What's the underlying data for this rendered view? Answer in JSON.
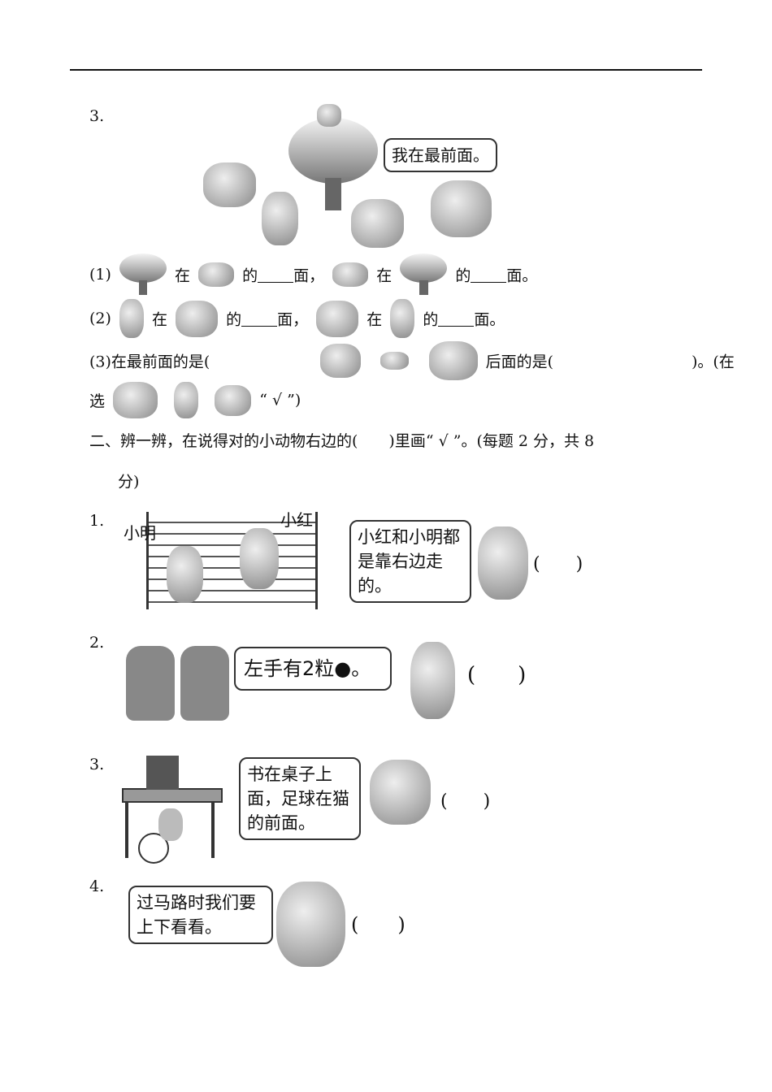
{
  "section1": {
    "q3_number": "3.",
    "scene_bubble": "我在最前面。",
    "sub1": {
      "label": "(1)",
      "t1": "在",
      "t2": "的",
      "t3": "面，",
      "t4": "在",
      "t5": "的",
      "t6": "面。"
    },
    "sub2": {
      "label": "(2)",
      "t1": "在",
      "t2": "的",
      "t3": "面，",
      "t4": "在",
      "t5": "的",
      "t6": "面。"
    },
    "sub3": {
      "text_a": "(3)在最前面的是(",
      "text_b": "后面的是(",
      "text_c": ")。(在",
      "text_d": "选",
      "text_e": "“ √ ”)"
    }
  },
  "section2": {
    "heading": "二、辨一辨，在说得对的小动物右边的(　　)里画“ √ ”。(每题 2 分，共 8",
    "heading_cont": "分)",
    "items": [
      {
        "number": "1.",
        "label_left": "小明",
        "label_right": "小红",
        "bubble": "小红和小明都是靠右边走的。",
        "paren": "(　　)"
      },
      {
        "number": "2.",
        "bubble": "左手有2粒●。",
        "paren": "(　　)"
      },
      {
        "number": "3.",
        "bubble": "书在桌子上面，足球在猫的前面。",
        "paren": "(　　)"
      },
      {
        "number": "4.",
        "bubble": "过马路时我们要上下看看。",
        "paren": "(　　)"
      }
    ]
  }
}
